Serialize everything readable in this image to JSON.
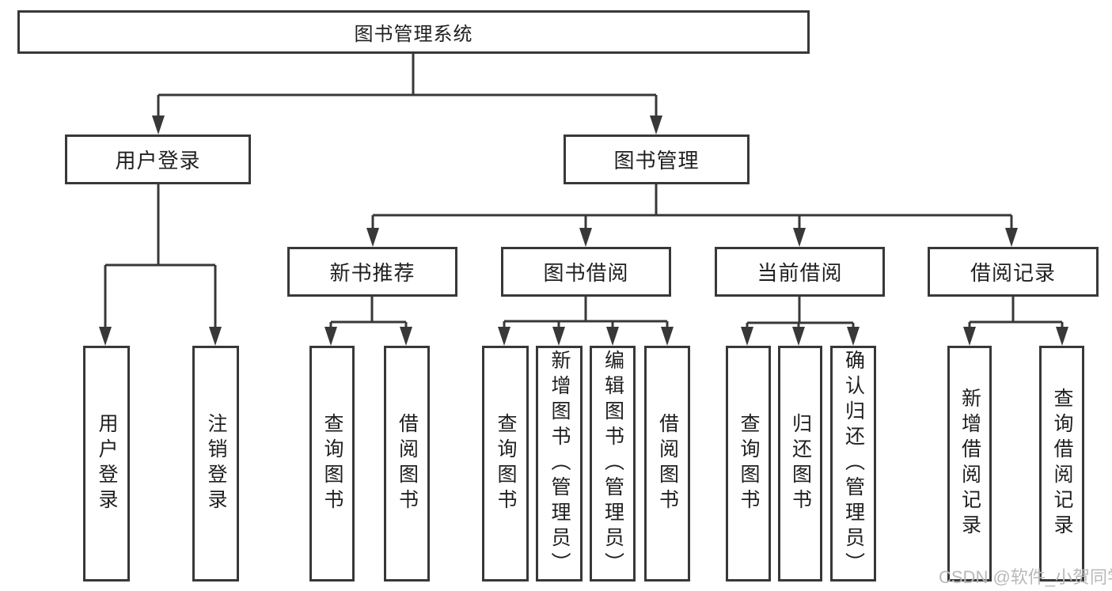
{
  "diagram": {
    "root": {
      "label": "图书管理系统"
    },
    "level2": [
      {
        "label": "用户登录"
      },
      {
        "label": "图书管理"
      }
    ],
    "level3": [
      {
        "label": "新书推荐"
      },
      {
        "label": "图书借阅"
      },
      {
        "label": "当前借阅"
      },
      {
        "label": "借阅记录"
      }
    ],
    "leaves": {
      "user_login": [
        {
          "label": "用户登录"
        },
        {
          "label": "注销登录"
        }
      ],
      "new_book": [
        {
          "label": "查询图书"
        },
        {
          "label": "借阅图书"
        }
      ],
      "book_borrow": [
        {
          "label": "查询图书"
        },
        {
          "label": "新增图书（管理员）"
        },
        {
          "label": "编辑图书（管理员）"
        },
        {
          "label": "借阅图书"
        }
      ],
      "current_borrow": [
        {
          "label": "查询图书"
        },
        {
          "label": "归还图书"
        },
        {
          "label": "确认归还（管理员）"
        }
      ],
      "borrow_record": [
        {
          "label": "新增借阅记录"
        },
        {
          "label": "查询借阅记录"
        }
      ]
    }
  },
  "watermark": "CSDN @软件_小贺同学",
  "colors": {
    "line": "#383838",
    "text": "#1f1f1f",
    "watermark": "#b9b9b9",
    "background": "#ffffff"
  }
}
